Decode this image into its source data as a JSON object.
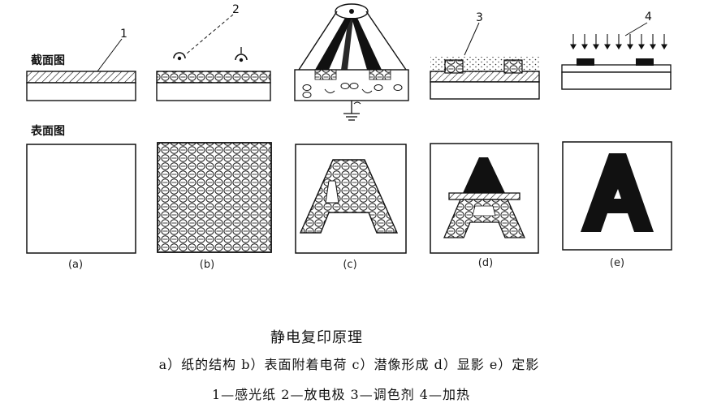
{
  "labels": {
    "cross_section": "截面图",
    "surface": "表面图",
    "num_1": "1",
    "num_2": "2",
    "num_3": "3",
    "num_4": "4",
    "panel_a": "(a)",
    "panel_b": "(b)",
    "panel_c": "(c)",
    "panel_d": "(d)",
    "panel_e": "(e)"
  },
  "caption": {
    "title": "静电复印原理",
    "line1": "a）纸的结构  b）表面附着电荷  c）潜像形成  d）显影  e）定影",
    "line2": "1—感光纸  2—放电极  3—调色剂  4—加热"
  }
}
